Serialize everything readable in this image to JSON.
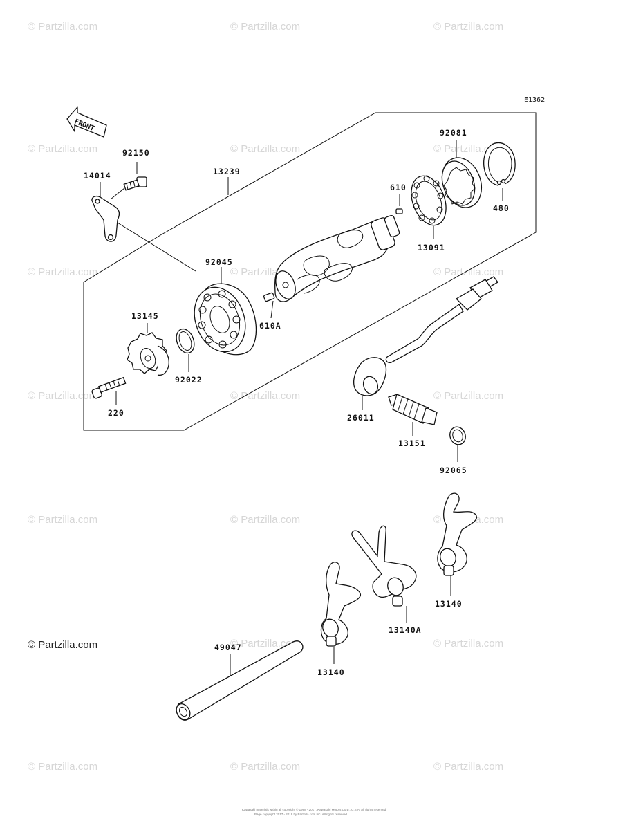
{
  "diagram_code": "E1362",
  "front_label": "FRONT",
  "watermark_text": "© Partzilla.com",
  "watermark_bold_text": "© Partzilla.com",
  "parts": {
    "p92150": "92150",
    "p14014": "14014",
    "p13239": "13239",
    "p92081": "92081",
    "p610": "610",
    "p480": "480",
    "p13091": "13091",
    "p92045": "92045",
    "p610a": "610A",
    "p13145": "13145",
    "p92022": "92022",
    "p220": "220",
    "p26011": "26011",
    "p13151": "13151",
    "p92065": "92065",
    "p13140_right": "13140",
    "p13140a": "13140A",
    "p49047": "49047",
    "p13140_left": "13140"
  },
  "copyright_line1": "Kawasaki materials within all copyright © 1998 - 2017, Kawasaki Motors Corp., U.S.A. All rights reserved.",
  "copyright_line2": "Page copyright 2017 - 2019 by Partzilla.com Inc. All rights reserved."
}
